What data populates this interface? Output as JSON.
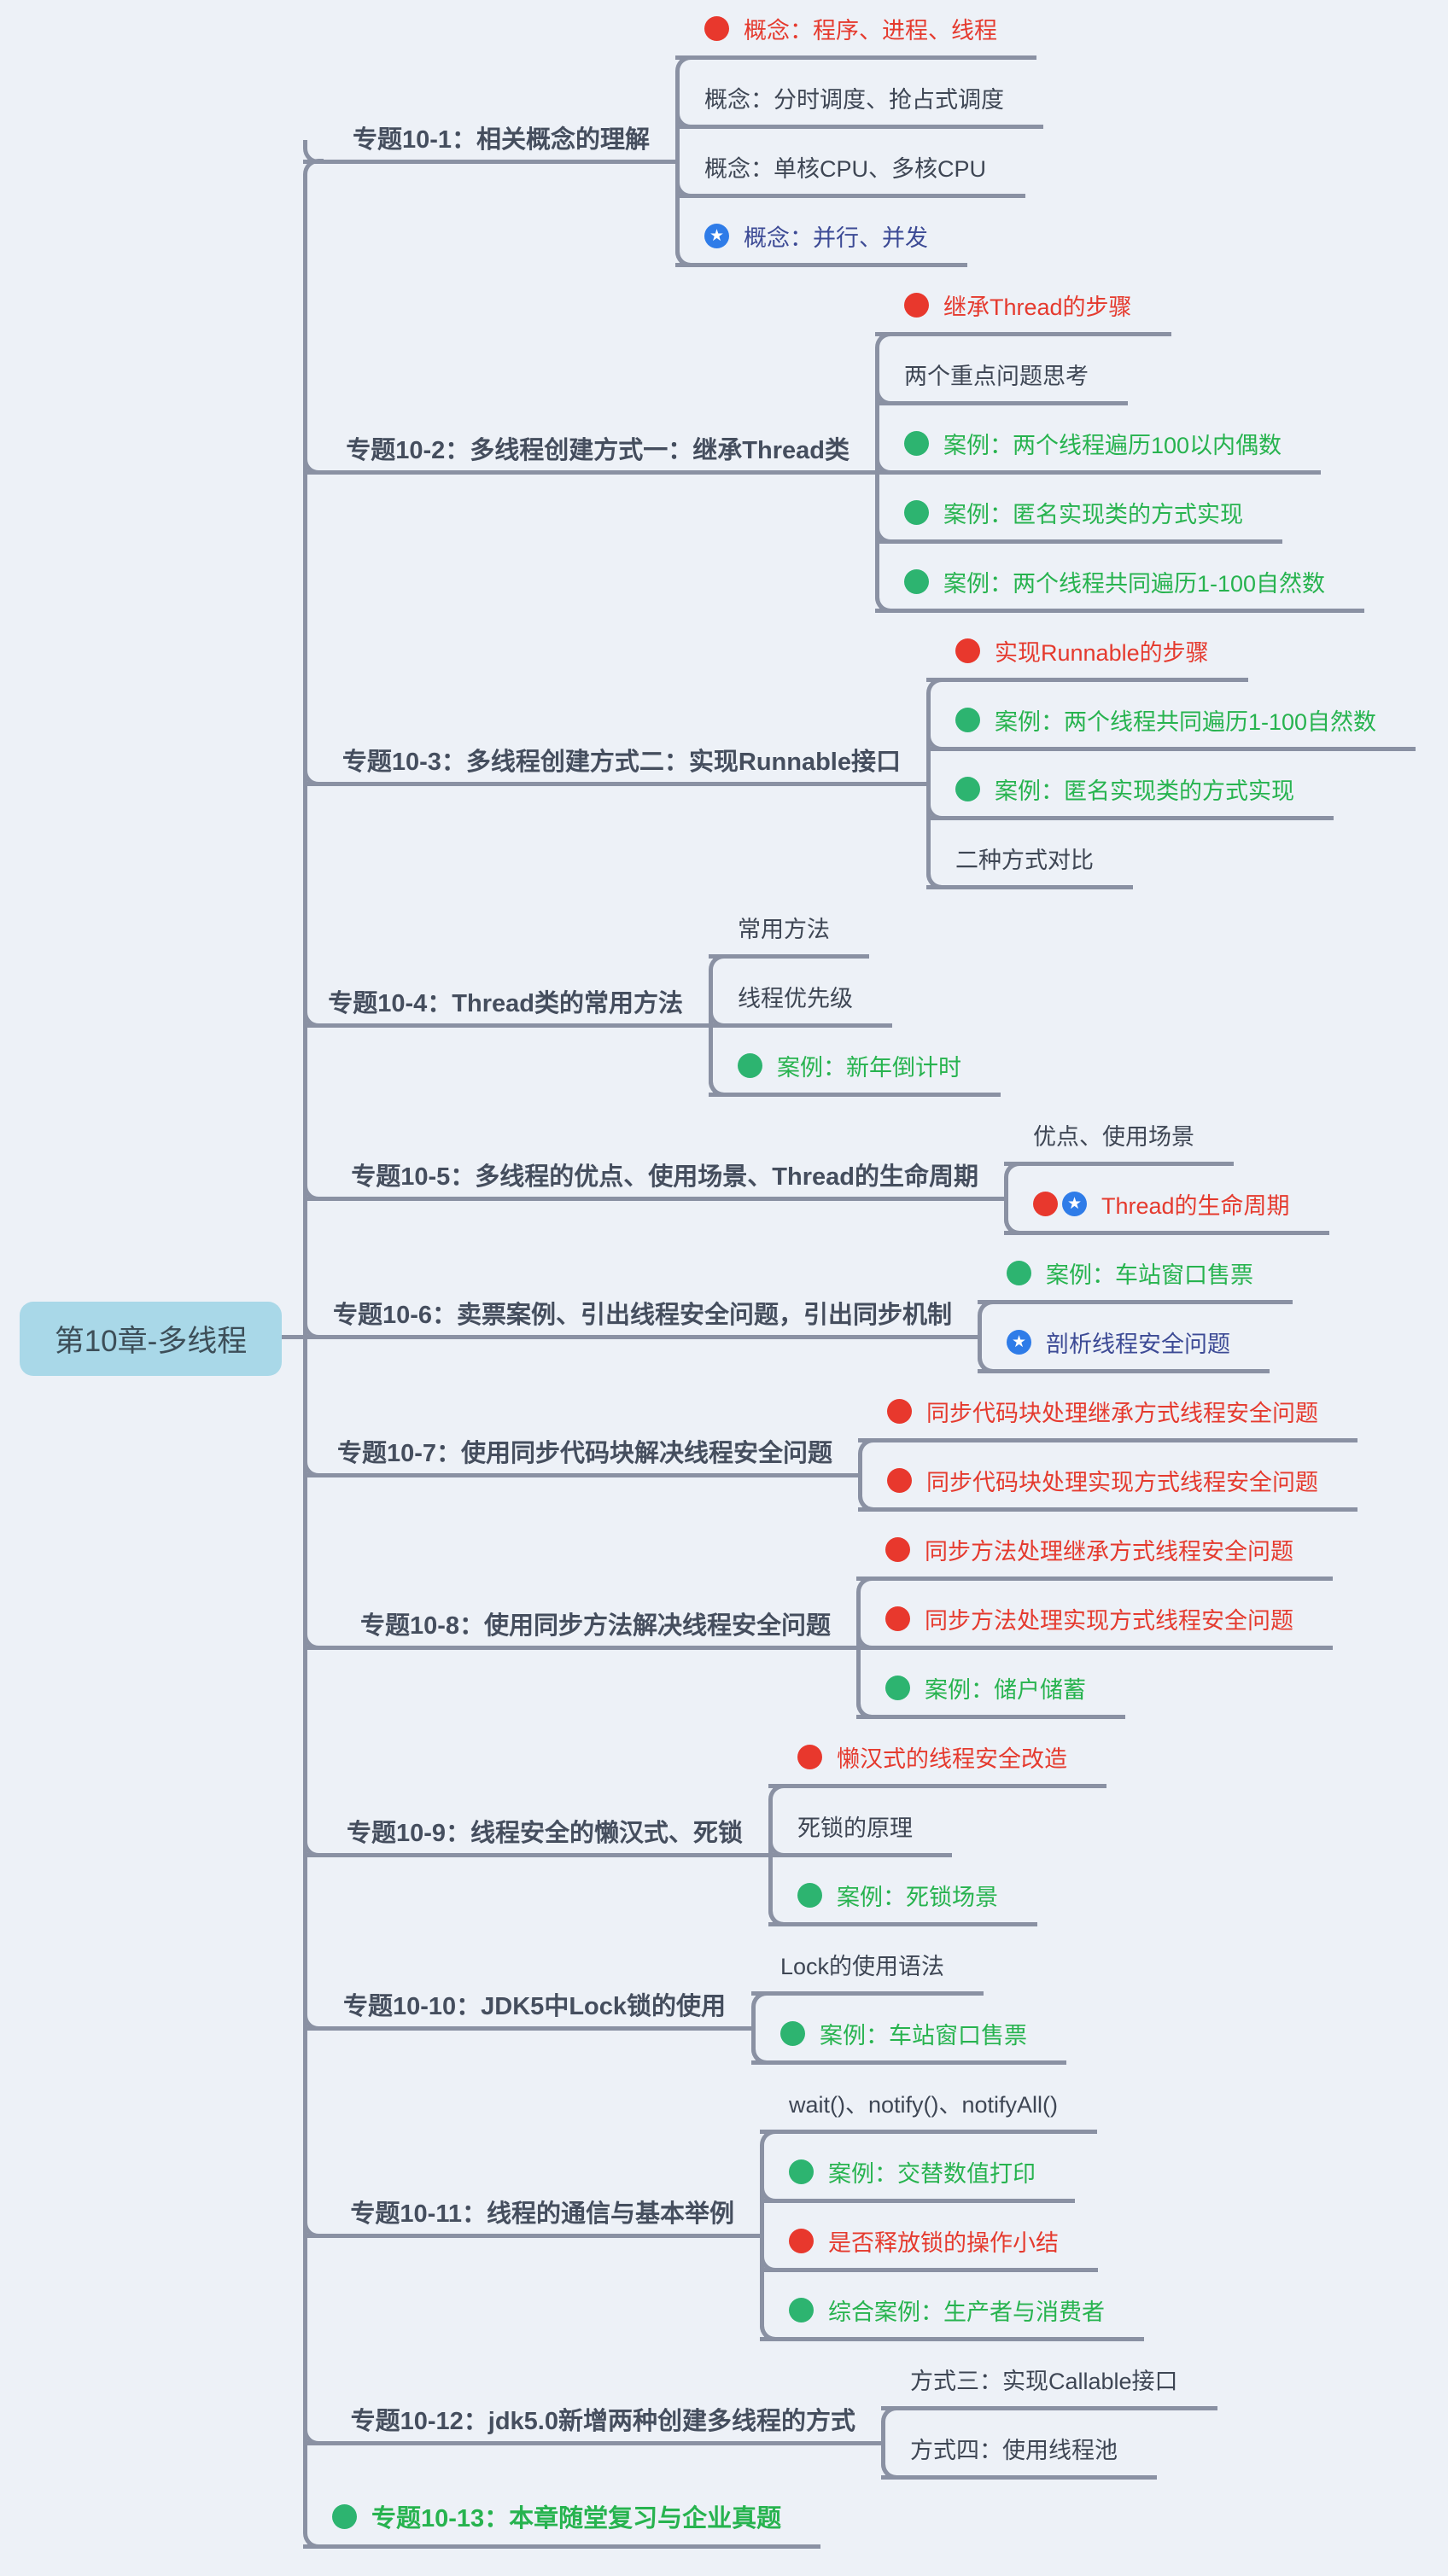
{
  "root_label": "第10章-多线程",
  "colors": {
    "background": "#edf1f7",
    "line": "#8a91a3",
    "topic_text": "#454e5e",
    "plain_text": "#3e4654",
    "red": "#e53a2e",
    "green": "#27b34f",
    "navy": "#3c4a95",
    "blue_icon": "#2f7ce8",
    "red_icon": "#e8382d",
    "green_icon": "#2db470",
    "root_fill": "#a9d8e8",
    "root_text": "#3d4e58"
  },
  "icon_legend": {
    "red-dot-icon": "important-marker",
    "green-dot-icon": "case-marker",
    "blue-star-icon": "star-marker"
  },
  "topics": [
    {
      "label": "专题10-1：相关概念的理解",
      "children": [
        {
          "text": "概念：程序、进程、线程",
          "color": "red",
          "icons": [
            "red-dot-icon"
          ]
        },
        {
          "text": "概念：分时调度、抢占式调度",
          "color": "plain",
          "icons": []
        },
        {
          "text": "概念：单核CPU、多核CPU",
          "color": "plain",
          "icons": []
        },
        {
          "text": "概念：并行、并发",
          "color": "navy",
          "icons": [
            "blue-star-icon"
          ]
        }
      ]
    },
    {
      "label": "专题10-2：多线程创建方式一：继承Thread类",
      "children": [
        {
          "text": "继承Thread的步骤",
          "color": "red",
          "icons": [
            "red-dot-icon"
          ]
        },
        {
          "text": "两个重点问题思考",
          "color": "plain",
          "icons": []
        },
        {
          "text": "案例：两个线程遍历100以内偶数",
          "color": "green",
          "icons": [
            "green-dot-icon"
          ]
        },
        {
          "text": "案例：匿名实现类的方式实现",
          "color": "green",
          "icons": [
            "green-dot-icon"
          ]
        },
        {
          "text": "案例：两个线程共同遍历1-100自然数",
          "color": "green",
          "icons": [
            "green-dot-icon"
          ]
        }
      ]
    },
    {
      "label": "专题10-3：多线程创建方式二：实现Runnable接口",
      "children": [
        {
          "text": "实现Runnable的步骤",
          "color": "red",
          "icons": [
            "red-dot-icon"
          ]
        },
        {
          "text": "案例：两个线程共同遍历1-100自然数",
          "color": "green",
          "icons": [
            "green-dot-icon"
          ]
        },
        {
          "text": "案例：匿名实现类的方式实现",
          "color": "green",
          "icons": [
            "green-dot-icon"
          ]
        },
        {
          "text": "二种方式对比",
          "color": "plain",
          "icons": []
        }
      ]
    },
    {
      "label": "专题10-4：Thread类的常用方法",
      "children": [
        {
          "text": "常用方法",
          "color": "plain",
          "icons": []
        },
        {
          "text": "线程优先级",
          "color": "plain",
          "icons": []
        },
        {
          "text": "案例：新年倒计时",
          "color": "green",
          "icons": [
            "green-dot-icon"
          ]
        }
      ]
    },
    {
      "label": "专题10-5：多线程的优点、使用场景、Thread的生命周期",
      "children": [
        {
          "text": "优点、使用场景",
          "color": "plain",
          "icons": []
        },
        {
          "text": "Thread的生命周期",
          "color": "red",
          "icons": [
            "red-dot-icon",
            "blue-star-icon"
          ]
        }
      ]
    },
    {
      "label": "专题10-6：卖票案例、引出线程安全问题，引出同步机制",
      "children": [
        {
          "text": "案例：车站窗口售票",
          "color": "green",
          "icons": [
            "green-dot-icon"
          ]
        },
        {
          "text": "剖析线程安全问题",
          "color": "navy",
          "icons": [
            "blue-star-icon"
          ]
        }
      ]
    },
    {
      "label": "专题10-7：使用同步代码块解决线程安全问题",
      "children": [
        {
          "text": "同步代码块处理继承方式线程安全问题",
          "color": "red",
          "icons": [
            "red-dot-icon"
          ]
        },
        {
          "text": "同步代码块处理实现方式线程安全问题",
          "color": "red",
          "icons": [
            "red-dot-icon"
          ]
        }
      ]
    },
    {
      "label": "专题10-8：使用同步方法解决线程安全问题",
      "children": [
        {
          "text": "同步方法处理继承方式线程安全问题",
          "color": "red",
          "icons": [
            "red-dot-icon"
          ]
        },
        {
          "text": "同步方法处理实现方式线程安全问题",
          "color": "red",
          "icons": [
            "red-dot-icon"
          ]
        },
        {
          "text": "案例：储户储蓄",
          "color": "green",
          "icons": [
            "green-dot-icon"
          ]
        }
      ]
    },
    {
      "label": "专题10-9：线程安全的懒汉式、死锁",
      "children": [
        {
          "text": "懒汉式的线程安全改造",
          "color": "red",
          "icons": [
            "red-dot-icon"
          ]
        },
        {
          "text": "死锁的原理",
          "color": "plain",
          "icons": []
        },
        {
          "text": "案例：死锁场景",
          "color": "green",
          "icons": [
            "green-dot-icon"
          ]
        }
      ]
    },
    {
      "label": "专题10-10：JDK5中Lock锁的使用",
      "children": [
        {
          "text": "Lock的使用语法",
          "color": "plain",
          "icons": []
        },
        {
          "text": "案例：车站窗口售票",
          "color": "green",
          "icons": [
            "green-dot-icon"
          ]
        }
      ]
    },
    {
      "label": "专题10-11：线程的通信与基本举例",
      "children": [
        {
          "text": "wait()、notify()、notifyAll()",
          "color": "plain",
          "icons": []
        },
        {
          "text": "案例：交替数值打印",
          "color": "green",
          "icons": [
            "green-dot-icon"
          ]
        },
        {
          "text": "是否释放锁的操作小结",
          "color": "red",
          "icons": [
            "red-dot-icon"
          ]
        },
        {
          "text": "综合案例：生产者与消费者",
          "color": "green",
          "icons": [
            "green-dot-icon"
          ]
        }
      ]
    },
    {
      "label": "专题10-12：jdk5.0新增两种创建多线程的方式",
      "children": [
        {
          "text": "方式三：实现Callable接口",
          "color": "plain",
          "icons": []
        },
        {
          "text": "方式四：使用线程池",
          "color": "plain",
          "icons": []
        }
      ]
    },
    {
      "label": "专题10-13：本章随堂复习与企业真题",
      "color": "green-bold",
      "icons": [
        "green-dot-icon"
      ],
      "children": []
    }
  ]
}
